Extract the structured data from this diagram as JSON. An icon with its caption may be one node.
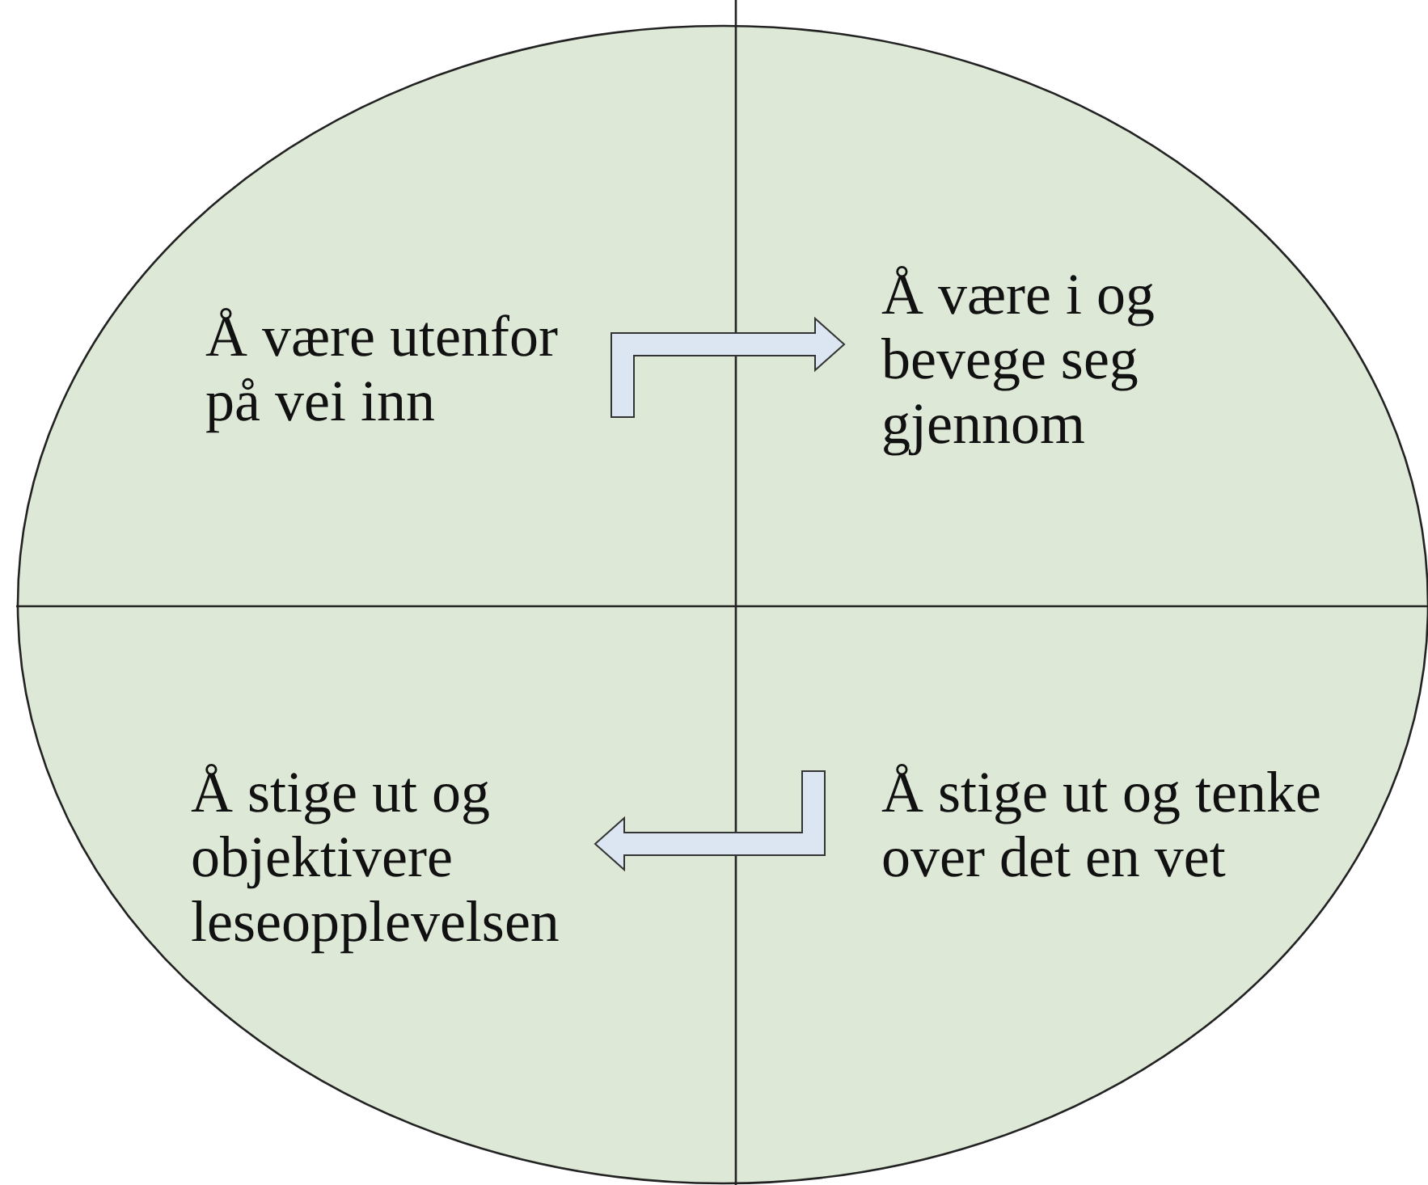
{
  "diagram": {
    "nodes": [
      {
        "text": [],
        "shape": "circle"
      },
      {
        "text": [
          "Å være utenfor på vei inn"
        ],
        "in": 0
      },
      {
        "text": [
          "Å være i og bevege seg gjennom"
        ],
        "in": 0
      },
      {
        "text": [
          "Å stige ut og objektivere leseopplevelsen"
        ],
        "in": 0
      },
      {
        "text": [
          "Å stige ut og tenke over det en vet"
        ],
        "in": 0
      }
    ],
    "edges": [
      {
        "from": 1,
        "to": 2,
        "arrow": "to"
      },
      {
        "from": 4,
        "to": 3,
        "arrow": "to"
      }
    ]
  }
}
